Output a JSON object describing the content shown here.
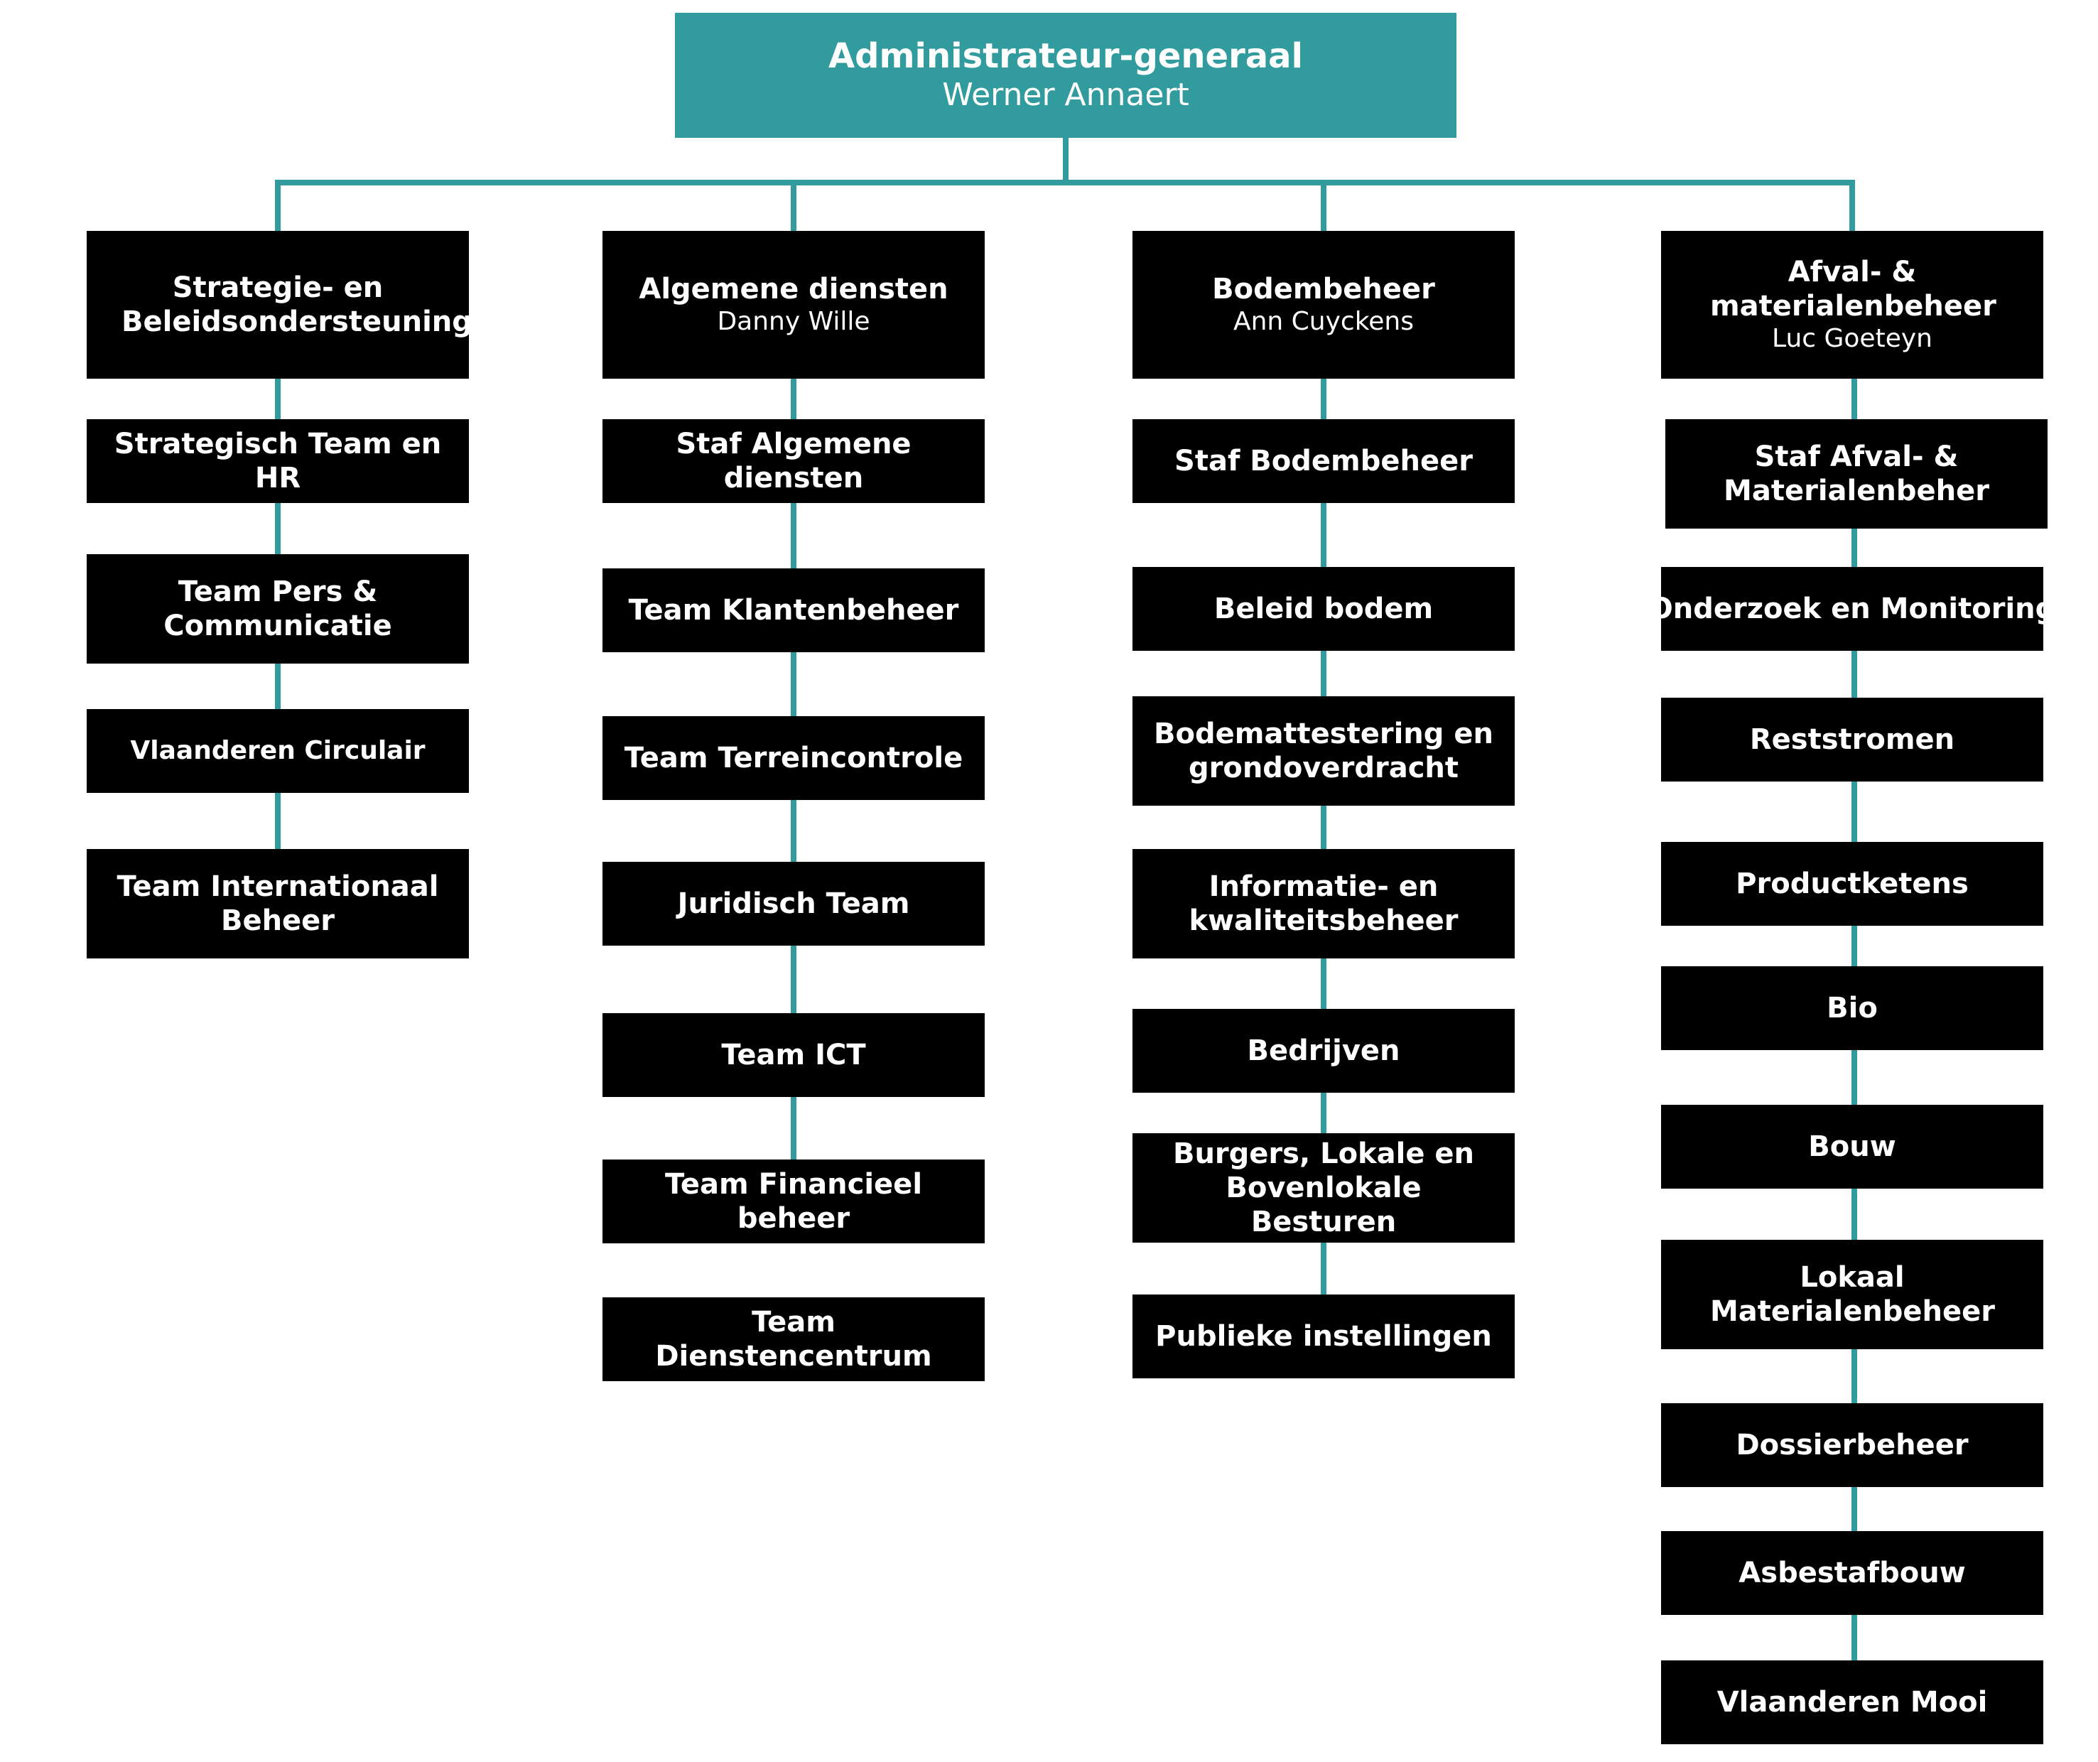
{
  "colors": {
    "accent": "#319b9e",
    "box": "#000000",
    "text": "#ffffff"
  },
  "root": {
    "title": "Administrateur-generaal",
    "person": "Werner Annaert"
  },
  "columns": [
    {
      "head": {
        "title": "Strategie- en Beleidsondersteuning",
        "person": ""
      },
      "units": [
        "Strategisch Team en HR",
        "Team Pers & Communicatie",
        "Vlaanderen Circulair",
        "Team Internationaal Beheer"
      ]
    },
    {
      "head": {
        "title": "Algemene diensten",
        "person": "Danny Wille"
      },
      "units": [
        "Staf Algemene diensten",
        "Team Klantenbeheer",
        "Team Terreincontrole",
        "Juridisch Team",
        "Team ICT",
        "Team Financieel beheer",
        "Team Dienstencentrum"
      ]
    },
    {
      "head": {
        "title": "Bodembeheer",
        "person": "Ann Cuyckens"
      },
      "units": [
        "Staf Bodembeheer",
        "Beleid bodem",
        "Bodemattestering en grondoverdracht",
        "Informatie- en kwaliteitsbeheer",
        "Bedrijven",
        "Burgers, Lokale en Bovenlokale Besturen",
        "Publieke instellingen"
      ]
    },
    {
      "head": {
        "title": "Afval- & materialenbeheer",
        "person": "Luc Goeteyn"
      },
      "units": [
        "Staf Afval- & Materialenbeher",
        "Onderzoek en Monitoring",
        "Reststromen",
        "Productketens",
        "Bio",
        "Bouw",
        "Lokaal Materialenbeheer",
        "Dossierbeheer",
        "Asbestafbouw",
        "Vlaanderen Mooi"
      ]
    }
  ]
}
